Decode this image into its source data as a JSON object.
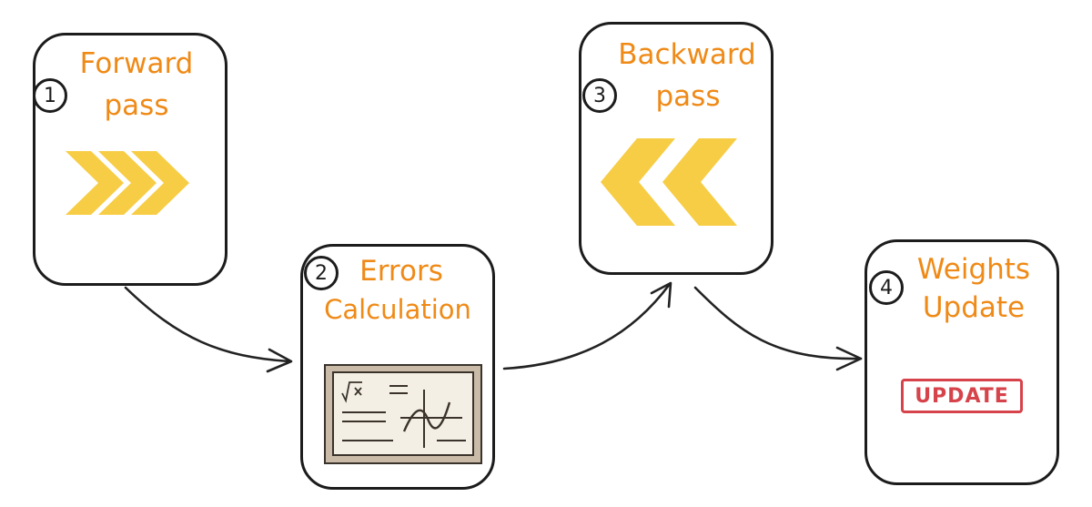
{
  "steps": [
    {
      "number": "1",
      "title_line1": "Forward",
      "title_line2": "pass"
    },
    {
      "number": "2",
      "title_line1": "Errors",
      "title_line2": "Calculation"
    },
    {
      "number": "3",
      "title_line1": "Backward",
      "title_line2": "pass"
    },
    {
      "number": "4",
      "title_line1": "Weights",
      "title_line2": "Update"
    }
  ],
  "icons": {
    "step1": "forward-chevrons-icon",
    "step2": "chalkboard-math-icon",
    "step3": "backward-chevrons-icon",
    "step4": "update-stamp-icon"
  },
  "chalkboard_formula": "√x",
  "update_stamp_text": "UPDATE",
  "colors": {
    "title": "#ef8a17",
    "chevron": "#f7cd45",
    "stamp": "#d6434a",
    "outline": "#1c1c1c"
  }
}
